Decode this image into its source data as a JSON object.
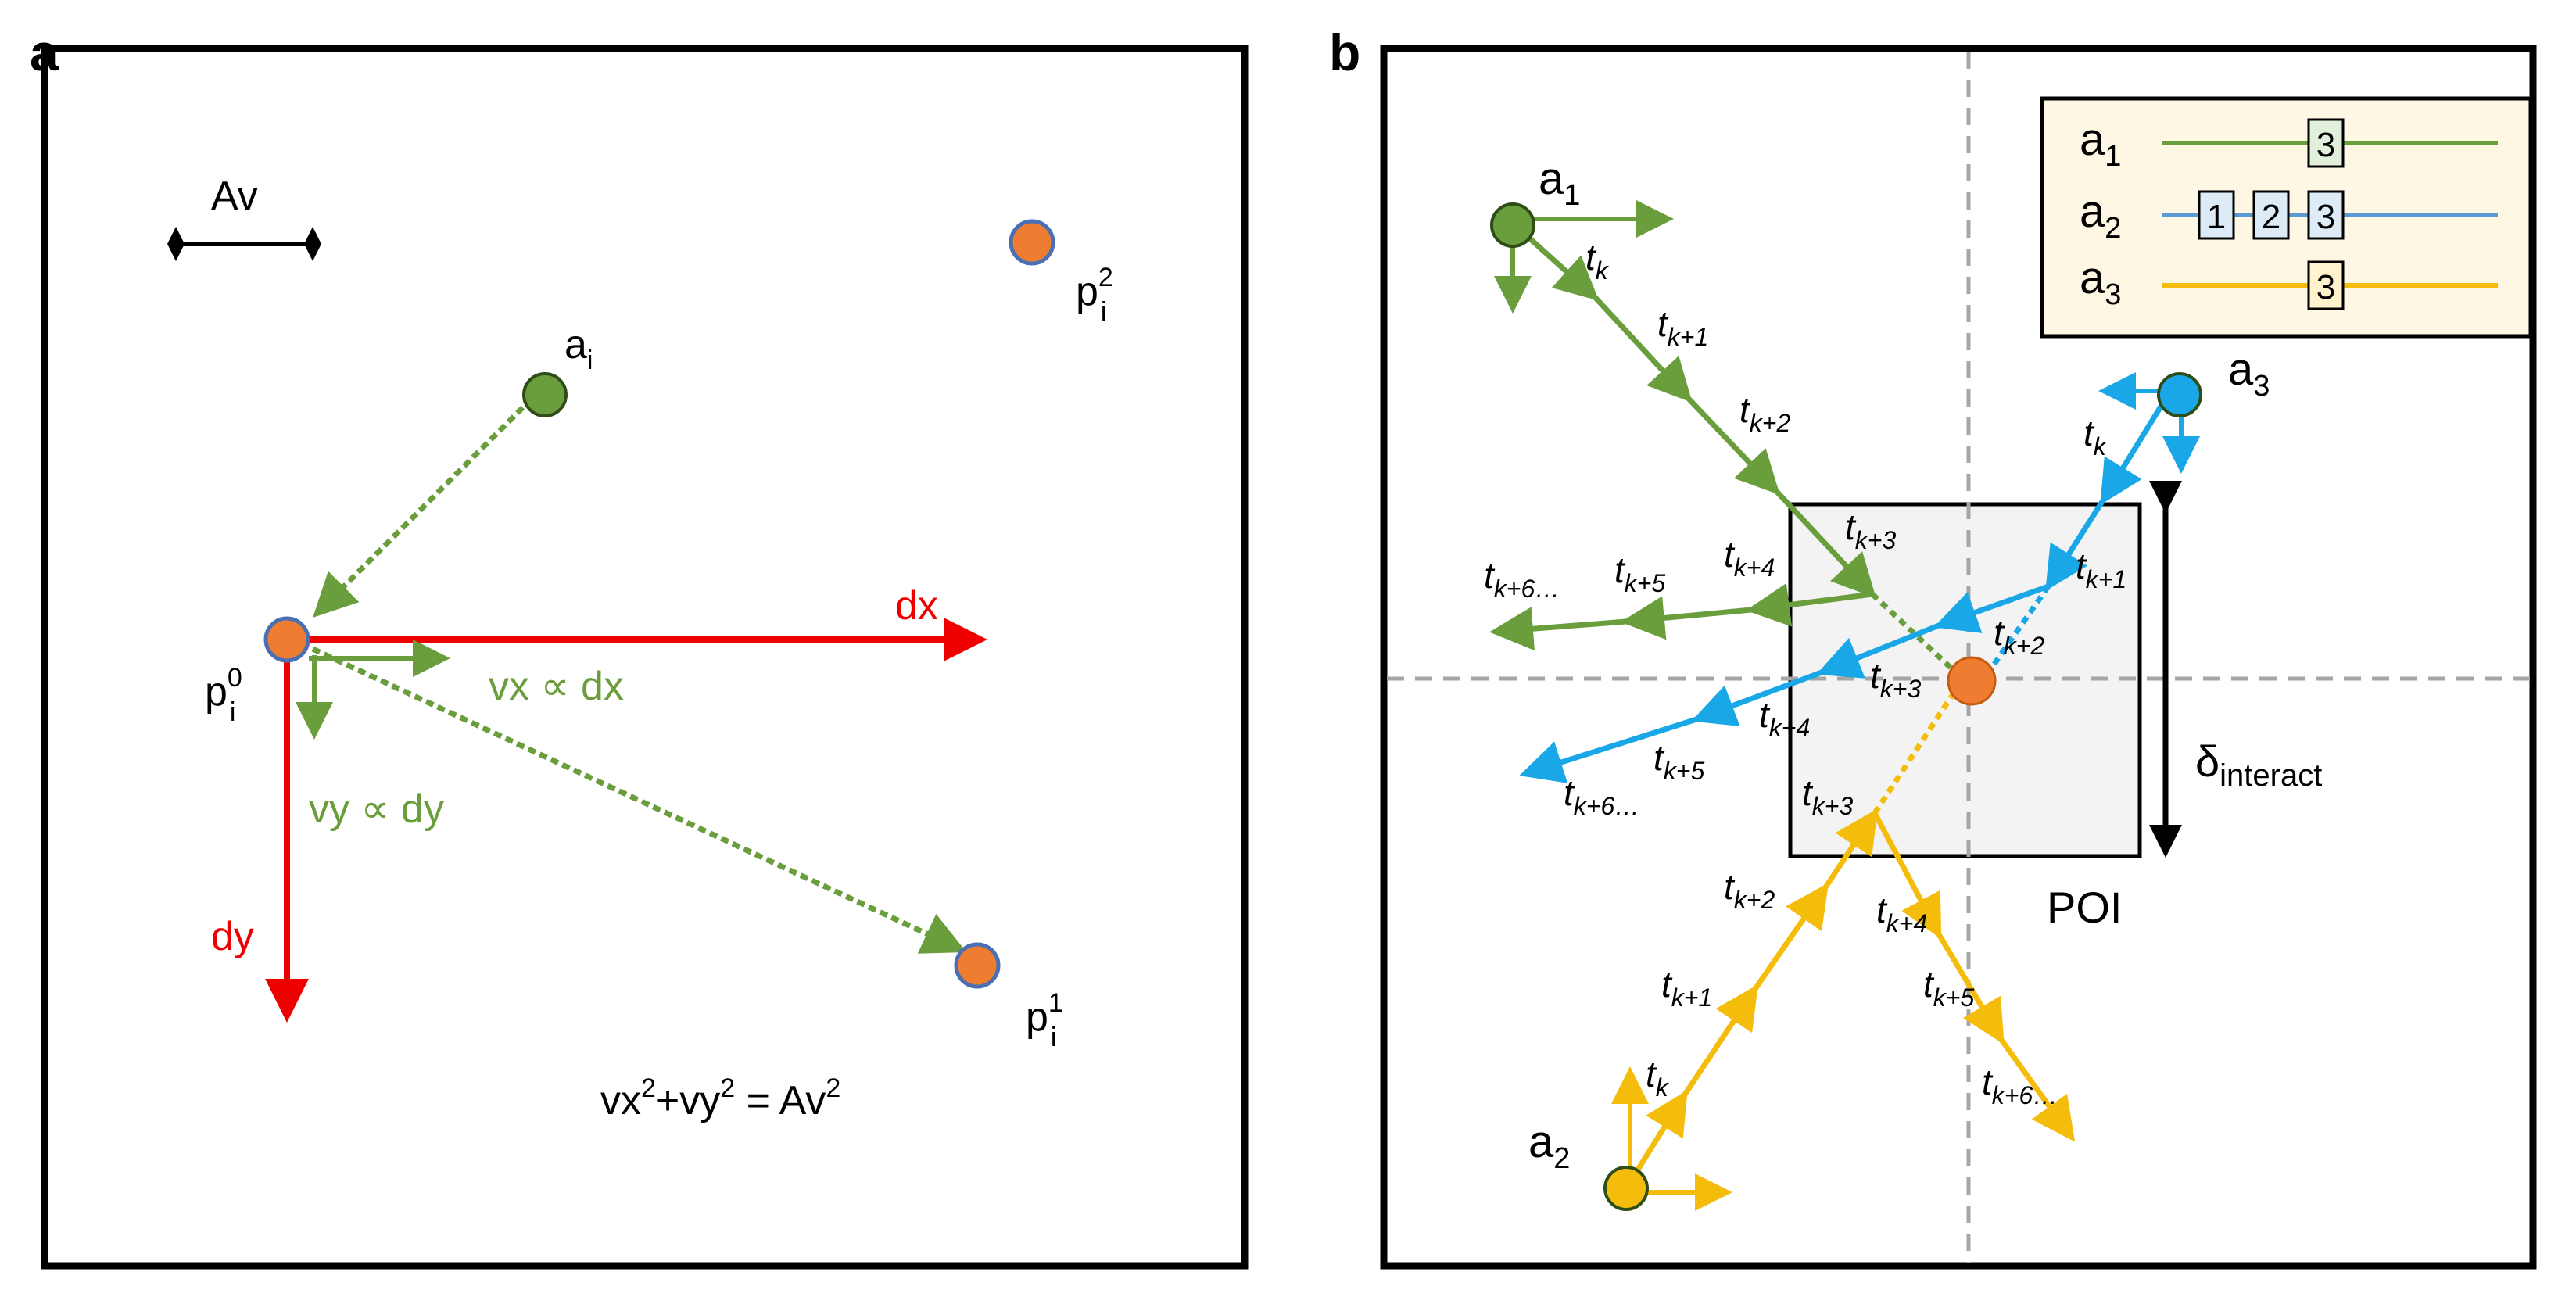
{
  "panel_a": {
    "letter": "a",
    "av": "Av",
    "a_i": {
      "base": "a",
      "sub": "i"
    },
    "p0": {
      "base": "p",
      "sup": "0",
      "sub": "i"
    },
    "p1": {
      "base": "p",
      "sup": "1",
      "sub": "i"
    },
    "p2": {
      "base": "p",
      "sup": "2",
      "sub": "i"
    },
    "dx": "dx",
    "dy": "dy",
    "vx": "vx ∝ dx",
    "vy": "vy ∝ dy",
    "equation": {
      "vx": "vx",
      "sup1": "2",
      "plus": "+vy",
      "sup2": "2",
      "eq": " = Av",
      "sup3": "2"
    }
  },
  "panel_b": {
    "letter": "b",
    "agents": {
      "a1": {
        "base": "a",
        "sub": "1"
      },
      "a2": {
        "base": "a",
        "sub": "2"
      },
      "a3": {
        "base": "a",
        "sub": "3"
      }
    },
    "legend": {
      "rows": [
        {
          "label": "a",
          "sub": "1",
          "boxes": [
            "3"
          ]
        },
        {
          "label": "a",
          "sub": "2",
          "boxes": [
            "1",
            "2",
            "3"
          ]
        },
        {
          "label": "a",
          "sub": "3",
          "boxes": [
            "3"
          ]
        }
      ]
    },
    "t": "t",
    "subs": {
      "k": "k",
      "k1": "k+1",
      "k2": "k+2",
      "k3": "k+3",
      "k4": "k+4",
      "k5": "k+5",
      "k6": "k+6…"
    },
    "poi": "POI",
    "delta": {
      "base": "δ",
      "sub": "interact"
    }
  },
  "colors": {
    "green": "#6a9e3c",
    "blue": "#1aa7e8",
    "yellow": "#f5bd0b",
    "red": "#ee0000",
    "orange": "#ee7d31",
    "poi_border": "#4a6fb5",
    "legend_bg": "#fdf7e4",
    "poi_bg": "#f3f3f3",
    "legend_line_blue": "#5b9bd5"
  }
}
